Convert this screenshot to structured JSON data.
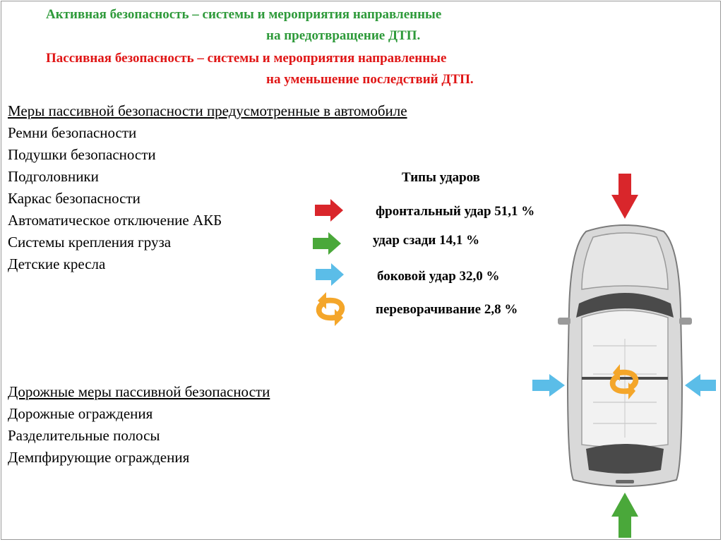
{
  "definitions": {
    "active_line1": "Активная безопасность – системы и мероприятия направленные",
    "active_line2": "на предотвращение ДТП.",
    "passive_line1": "Пассивная безопасность – системы и мероприятия направленные",
    "passive_line2": "на уменьшение последствий ДТП."
  },
  "vehicle_measures": {
    "heading": "Меры пассивной безопасности предусмотренные в автомобиле",
    "items": [
      "Ремни безопасности",
      "Подушки безопасности",
      "Подголовники",
      "Каркас безопасности",
      "Автоматическое отключение АКБ",
      "Системы крепления груза",
      "Детские кресла"
    ]
  },
  "road_measures": {
    "heading": "Дорожные меры пассивной безопасности",
    "items": [
      "Дорожные ограждения",
      "Разделительные полосы",
      "Демпфирующие ограждения"
    ]
  },
  "impact_types": {
    "title": "Типы ударов",
    "items": [
      {
        "label": "фронтальный удар 51,1 %",
        "icon": "red-arrow-icon",
        "color": "#d9262b"
      },
      {
        "label": "удар сзади 14,1 %",
        "icon": "green-arrow-icon",
        "color": "#4aa83a"
      },
      {
        "label": "боковой удар 32,0 %",
        "icon": "blue-arrow-icon",
        "color": "#5bbde8"
      },
      {
        "label": "переворачивание 2,8 %",
        "icon": "rollover-arrow-icon",
        "color": "#f4a62a"
      }
    ]
  },
  "colors": {
    "active_text": "#2e9a3a",
    "passive_text": "#e01616"
  }
}
